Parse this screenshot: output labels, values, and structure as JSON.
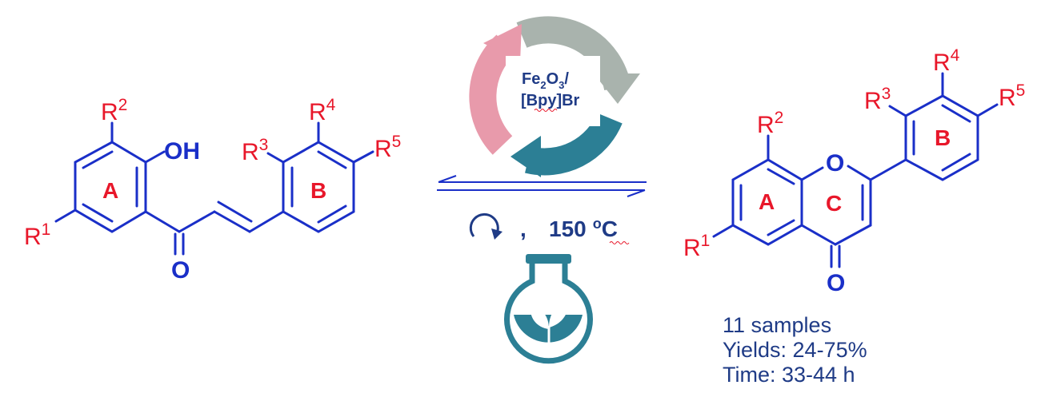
{
  "reactant": {
    "substituents": {
      "r1": {
        "base": "R",
        "sup": "1"
      },
      "r2": {
        "base": "R",
        "sup": "2"
      },
      "r3": {
        "base": "R",
        "sup": "3"
      },
      "r4": {
        "base": "R",
        "sup": "4"
      },
      "r5": {
        "base": "R",
        "sup": "5"
      }
    },
    "rings": {
      "a": "A",
      "b": "B"
    },
    "atoms": {
      "oh": "OH",
      "o": "O"
    }
  },
  "catalyst": {
    "line1_base": "Fe",
    "line1_sub1": "2",
    "line1_mid": "O",
    "line1_sub2": "3",
    "line1_end": "/",
    "line2": "[Bpy]Br"
  },
  "conditions": {
    "separator": ",",
    "temperature_value": "150",
    "temperature_sup": "o",
    "temperature_unit": "C"
  },
  "product": {
    "substituents": {
      "r1": {
        "base": "R",
        "sup": "1"
      },
      "r2": {
        "base": "R",
        "sup": "2"
      },
      "r3": {
        "base": "R",
        "sup": "3"
      },
      "r4": {
        "base": "R",
        "sup": "4"
      },
      "r5": {
        "base": "R",
        "sup": "5"
      }
    },
    "rings": {
      "a": "A",
      "b": "B",
      "c": "C"
    },
    "atoms": {
      "ring_o": "O",
      "carbonyl_o": "O"
    }
  },
  "summary": {
    "samples": "11 samples",
    "yields": "Yields: 24-75%",
    "time": "Time: 33-44 h"
  },
  "colors": {
    "substituent": "#e8172a",
    "bond": "#1a2fc8",
    "text_dark": "#1f3b86",
    "cycle_pink": "#e89aab",
    "cycle_gray": "#a9b3ad",
    "cycle_teal": "#2c7f95",
    "flask": "#2c7f95"
  },
  "icons": [
    "recycle-cycle-icon",
    "stirring-icon",
    "green-flask-icon"
  ]
}
